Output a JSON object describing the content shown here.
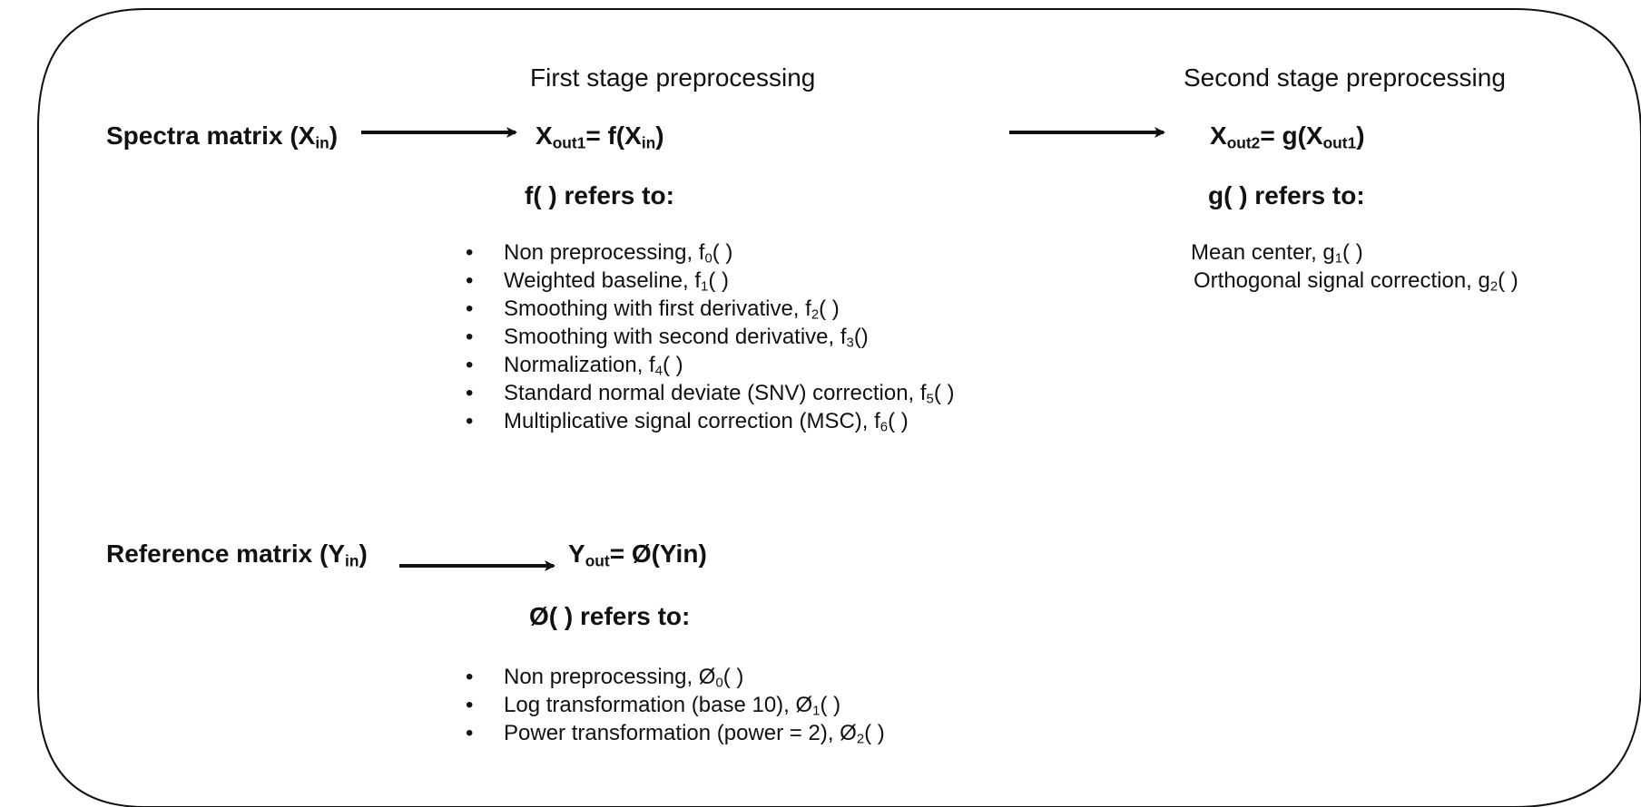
{
  "stages": {
    "first": "First stage preprocessing",
    "second": "Second stage preprocessing"
  },
  "spectra": {
    "label_main": "Spectra matrix (X",
    "label_sub": "in",
    "label_end": ")"
  },
  "xout1": {
    "lhs": "X",
    "lhs_sub": "out1",
    "mid": "= f(X",
    "mid_sub": "in",
    "end": ")"
  },
  "xout2": {
    "lhs": "X",
    "lhs_sub": "out2",
    "mid": "= g(X",
    "mid_sub": "out1",
    "end": ")"
  },
  "f_heading": "f( ) refers to:",
  "g_heading": "g( ) refers to:",
  "f_items": [
    {
      "text": "Non preprocessing, f",
      "sub": "0",
      "tail": "( )"
    },
    {
      "text": "Weighted baseline, f",
      "sub": "1",
      "tail": "( )"
    },
    {
      "text": "Smoothing with first derivative, f",
      "sub": "2",
      "tail": "( )"
    },
    {
      "text": "Smoothing with second derivative, f",
      "sub": "3",
      "tail": "()"
    },
    {
      "text": "Normalization, f",
      "sub": "4",
      "tail": "( )"
    },
    {
      "text": "Standard normal deviate (SNV) correction, f",
      "sub": "5",
      "tail": "( )"
    },
    {
      "text": "Multiplicative signal correction (MSC), f",
      "sub": "6",
      "tail": "( )"
    }
  ],
  "g_items": [
    {
      "text": "Mean center, g",
      "sub": "1",
      "tail": "( )"
    },
    {
      "text": "Orthogonal signal correction, g",
      "sub": "2",
      "tail": "( )"
    }
  ],
  "reference": {
    "label_main": "Reference matrix (Y",
    "label_sub": "in",
    "label_end": ")"
  },
  "yout": {
    "lhs": "Y",
    "lhs_sub": "out",
    "rest": "= Ø(Yin)"
  },
  "phi_heading": "Ø( ) refers to:",
  "phi_items": [
    {
      "text": "Non preprocessing, Ø",
      "sub": "0",
      "tail": "( )"
    },
    {
      "text": "Log transformation (base 10), Ø",
      "sub": "1",
      "tail": "( )"
    },
    {
      "text": "Power transformation (power = 2), Ø",
      "sub": "2",
      "tail": "( )"
    }
  ]
}
